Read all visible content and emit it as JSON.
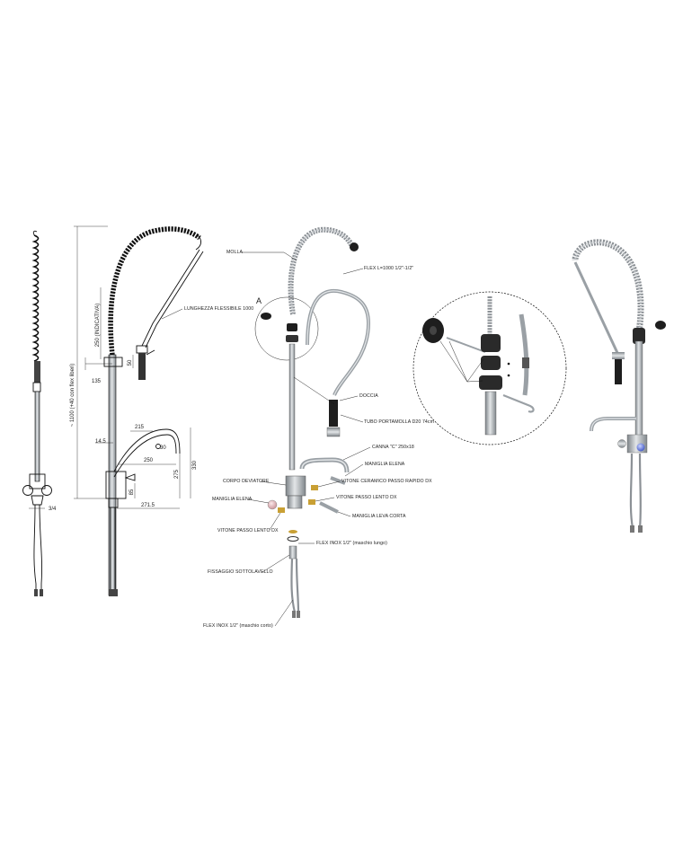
{
  "dimensions": {
    "d_3_4": "3/4",
    "height_total": "~ 1100 (+40 con flex liberi)",
    "d_250_indicative": "250 (INDICATIVA)",
    "d_50": "50",
    "d_135": "135",
    "d_215": "215",
    "d_145": "14.5",
    "d_30": "30",
    "d_250": "250",
    "d_275": "275",
    "d_330": "330",
    "d_85": "85",
    "d_2715": "271.5",
    "flexible_length": "LUNGHEZZA FLESSIBILE 1000"
  },
  "exploded": {
    "detail_letter": "A",
    "labels": {
      "molla": "MOLLA",
      "flex": "FLEX L=1000 1/2\"-1/2\"",
      "doccia": "DOCCIA",
      "tubo_portamolla": "TUBO PORTAMOLLA D20 74cm",
      "canna": "CANNA \"C\" 250x18",
      "maniglia_elena_top": "MANIGLIA ELENA",
      "corpo_deviatore": "CORPO DEVIATORE",
      "vitone_ceramico": "VITONE CERAMICO PASSO RAPIDO DX",
      "maniglia_elena_left": "MANIGLIA ELENA",
      "vitone_passo_lento_dx_right": "VITONE PASSO LENTO DX",
      "maniglia_leva_corta": "MANIGLIA LEVA CORTA",
      "vitone_passo_lento_dx_left": "VITONE PASSO LENTO DX",
      "flex_inox_long": "FLEX INOX 1/2\" (maschio lungo)",
      "fissaggio": "FISSAGGIO SOTTOLAVELLO",
      "flex_inox_short": "FLEX INOX 1/2\" (maschio corto)"
    }
  },
  "colors": {
    "chrome": "#9ea3a8",
    "chrome_light": "#d8dbde",
    "dark": "#1e1e1e",
    "brass": "#c9a034",
    "pink_knob": "#e4b9bc",
    "blue_knob": "#5a6fd0"
  }
}
